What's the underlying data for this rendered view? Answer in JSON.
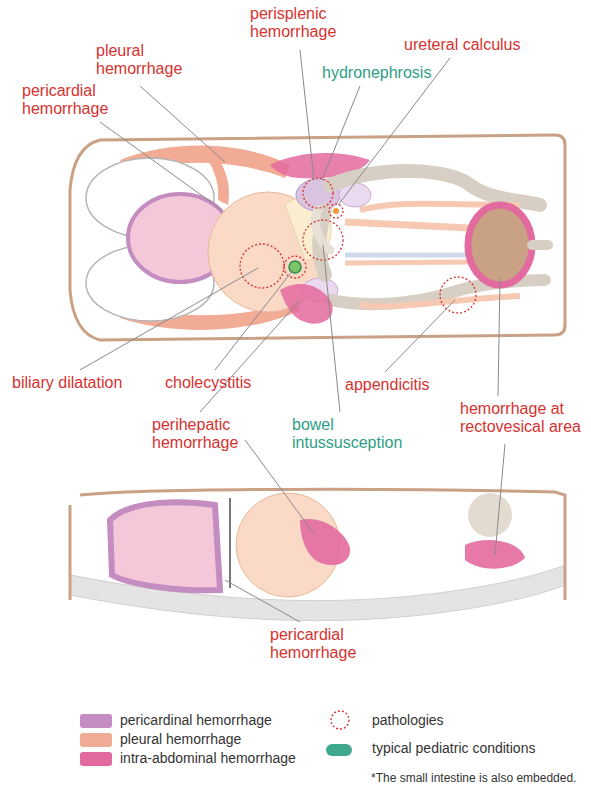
{
  "diagram": {
    "labels": [
      "perisplenic hemorrhage",
      "ureteral calculus",
      "pleural hemorrhage",
      "hydronephrosis",
      "pericardial hemorrhage",
      "biliary dilatation",
      "cholecystitis",
      "appendicitis",
      "hemorrhage at rectovesical area",
      "perihepatic hemorrhage",
      "bowel intussusception",
      "pericardial hemorrhage",
      "*The small intestine is also embedded."
    ],
    "legend": [
      {
        "text": "pericardinal hemorrhage",
        "color": "#c48cc0"
      },
      {
        "text": "pleural hemorrhage",
        "color": "#f2ab94"
      },
      {
        "text": "intra-abdominal hemorrhage",
        "color": "#e36a9f"
      },
      {
        "text": "pathologies"
      },
      {
        "text": "typical pediatric conditions",
        "color": "#3fa88c"
      }
    ]
  }
}
